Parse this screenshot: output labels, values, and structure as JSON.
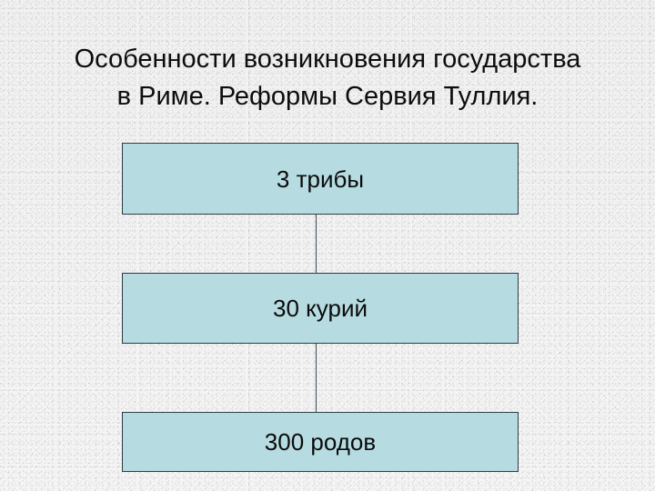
{
  "slide": {
    "title": "Особенности возникновения государства\nв Риме. Реформы Сервия Туллия.",
    "background_color": "#f3f3f3",
    "title_color": "#0d0d0d"
  },
  "diagram": {
    "node_fill_color": "#b6dce2",
    "node_border_color": "#2e3d45",
    "connector_color": "#3b4a52",
    "nodes": [
      {
        "label": "3 трибы"
      },
      {
        "label": "30 курий"
      },
      {
        "label": "300 родов"
      }
    ],
    "connectors": [
      {
        "from": "3 трибы",
        "to": "30 курий"
      },
      {
        "from": "30 курий",
        "to": "300 родов"
      }
    ]
  }
}
